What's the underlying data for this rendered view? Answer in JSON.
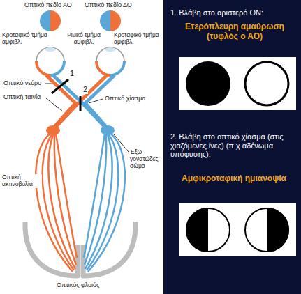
{
  "diagram": {
    "labels": [
      "Οπτικό πεδίο ΑΟ",
      "Οπτικό πεδίο ΔΟ",
      "Κροταφικό τμήμα αμφιβλ.",
      "Ρινικό τμήμα αμφιβλ.",
      "Κροταφικό τμήμα αμφιβλ.",
      "1",
      "2",
      "Οπτικό νεύρο",
      "Οπτική ταινία",
      "Οπτικό χίασμα",
      "Οπτική ακτινοβολία",
      "Έξω γονατώδες σώμα",
      "Οπτικός φλοιός",
      "1. Βλάβη στο αριστερό ΟΝ:",
      "Ετερόπλευρη αμαύρωση (τυφλός ο ΑΟ)",
      "2. Βλάβη στο οπτικό χίασμα (στις χιαζόμενες ίνες) (π.χ αδένωμα υπόφυσης):",
      "Αμφικροταφική ημιανοψία"
    ]
  }
}
